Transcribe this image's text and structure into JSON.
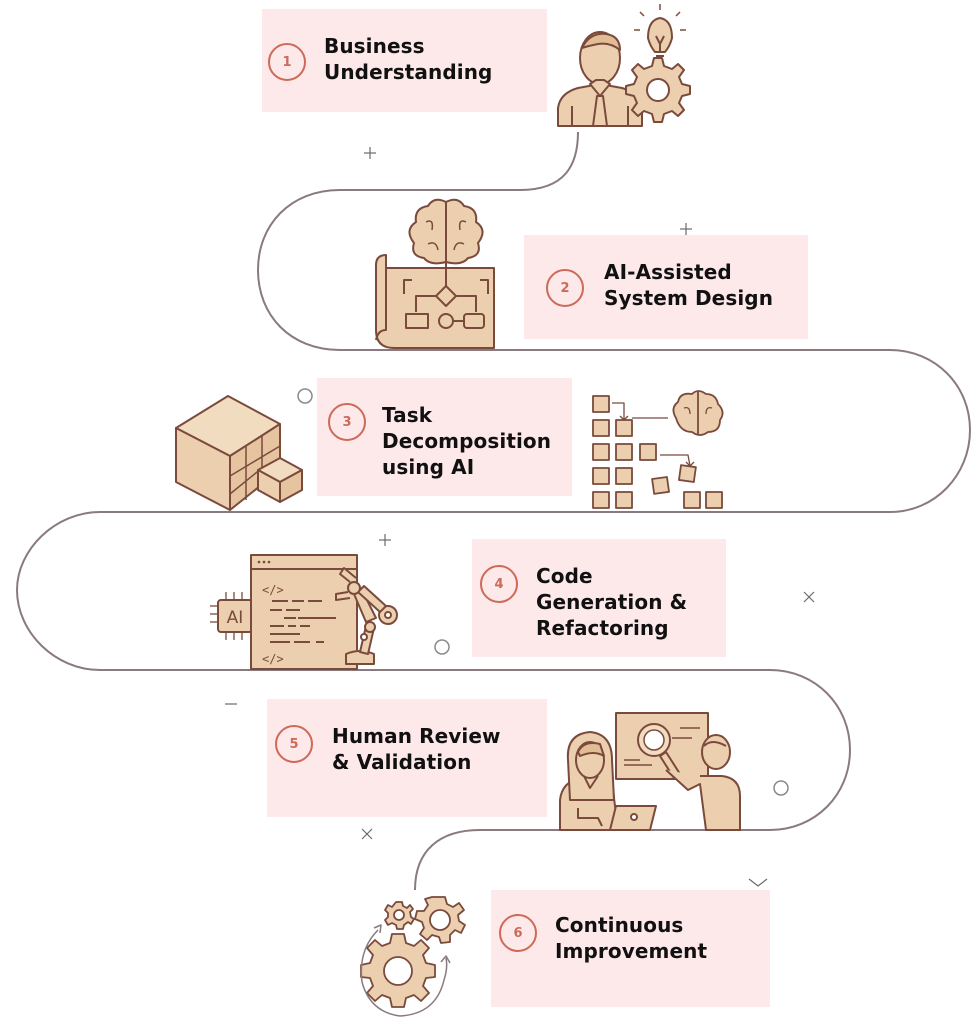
{
  "diagram": {
    "type": "process-roadmap",
    "colors": {
      "card_bg": "#fde8ea",
      "badge": "#cd6a58",
      "path": "#8a7a7e",
      "illustration_fill": "#eccfae",
      "illustration_stroke": "#7a4a3c",
      "title_text": "#111111"
    },
    "steps": [
      {
        "number": "1",
        "title_lines": [
          "Business",
          "Understanding"
        ],
        "icon": "businessman-lightbulb-gear-icon"
      },
      {
        "number": "2",
        "title_lines": [
          "AI-Assisted",
          "System Design"
        ],
        "icon": "brain-blueprint-flowchart-icon"
      },
      {
        "number": "3",
        "title_lines": [
          "Task",
          "Decomposition",
          "using AI"
        ],
        "icon": "cube-decomposition-blocks-brain-icon"
      },
      {
        "number": "4",
        "title_lines": [
          "Code",
          "Generation &",
          "Refactoring"
        ],
        "icon": "ai-chip-code-window-robot-arm-icon"
      },
      {
        "number": "5",
        "title_lines": [
          "Human Review",
          "& Validation"
        ],
        "icon": "people-review-magnifier-laptop-icon"
      },
      {
        "number": "6",
        "title_lines": [
          "Continuous",
          "Improvement"
        ],
        "icon": "gears-cycle-icon"
      }
    ],
    "decorations": [
      "plus",
      "plus",
      "circle",
      "plus",
      "cross",
      "circle",
      "minus",
      "circle",
      "cross",
      "chevron"
    ]
  }
}
